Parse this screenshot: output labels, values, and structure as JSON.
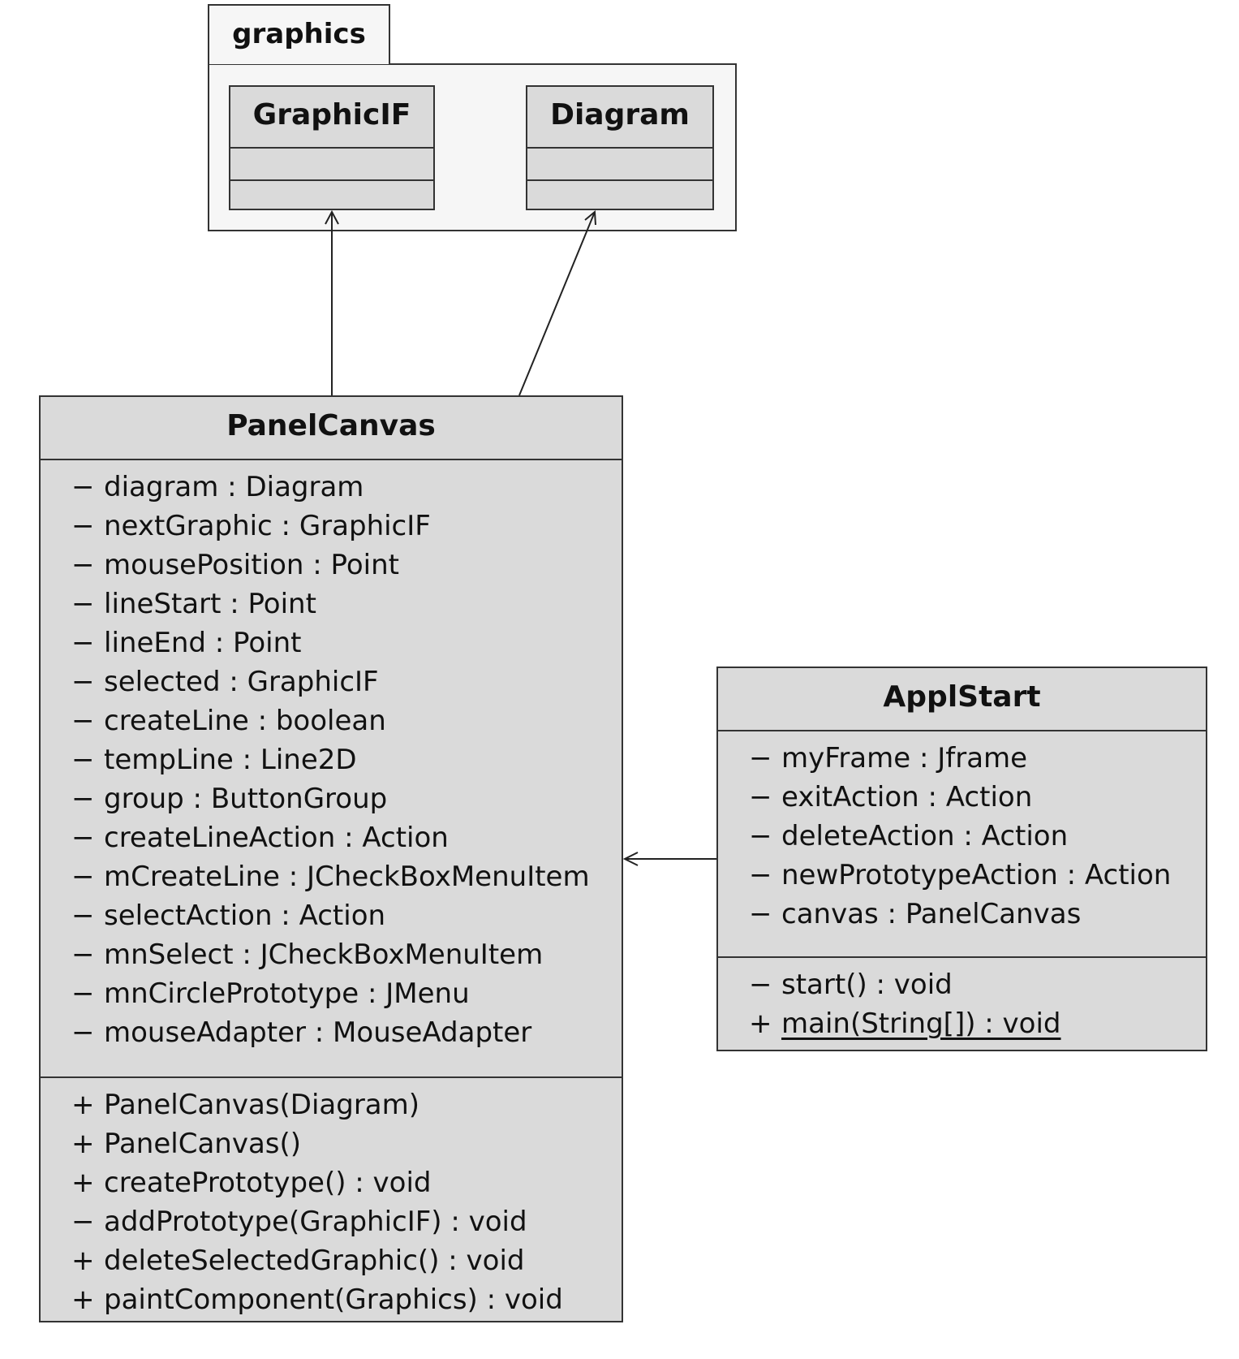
{
  "package": {
    "name": "graphics"
  },
  "classes": {
    "graphicif": {
      "name": "GraphicIF"
    },
    "diagram": {
      "name": "Diagram"
    },
    "panelcanvas": {
      "name": "PanelCanvas",
      "attributes": [
        {
          "vis": "−",
          "text": "diagram : Diagram"
        },
        {
          "vis": "−",
          "text": "nextGraphic : GraphicIF"
        },
        {
          "vis": "−",
          "text": "mousePosition : Point"
        },
        {
          "vis": "−",
          "text": "lineStart : Point"
        },
        {
          "vis": "−",
          "text": "lineEnd : Point"
        },
        {
          "vis": "−",
          "text": "selected : GraphicIF"
        },
        {
          "vis": "−",
          "text": "createLine : boolean"
        },
        {
          "vis": "−",
          "text": "tempLine : Line2D"
        },
        {
          "vis": "−",
          "text": "group : ButtonGroup"
        },
        {
          "vis": "−",
          "text": "createLineAction : Action"
        },
        {
          "vis": "−",
          "text": "mCreateLine : JCheckBoxMenuItem"
        },
        {
          "vis": "−",
          "text": "selectAction : Action"
        },
        {
          "vis": "−",
          "text": "mnSelect : JCheckBoxMenuItem"
        },
        {
          "vis": "−",
          "text": "mnCirclePrototype : JMenu"
        },
        {
          "vis": "−",
          "text": "mouseAdapter : MouseAdapter"
        }
      ],
      "operations": [
        {
          "vis": "+",
          "text": "PanelCanvas(Diagram)"
        },
        {
          "vis": "+",
          "text": "PanelCanvas()"
        },
        {
          "vis": "+",
          "text": "createPrototype() : void"
        },
        {
          "vis": "−",
          "text": "addPrototype(GraphicIF) : void"
        },
        {
          "vis": "+",
          "text": "deleteSelectedGraphic() : void"
        },
        {
          "vis": "+",
          "text": "paintComponent(Graphics) : void"
        }
      ]
    },
    "applstart": {
      "name": "ApplStart",
      "attributes": [
        {
          "vis": "−",
          "text": "myFrame : Jframe"
        },
        {
          "vis": "−",
          "text": "exitAction : Action"
        },
        {
          "vis": "−",
          "text": "deleteAction : Action"
        },
        {
          "vis": "−",
          "text": "newPrototypeAction : Action"
        },
        {
          "vis": "−",
          "text": "canvas : PanelCanvas"
        }
      ],
      "operations": [
        {
          "vis": "−",
          "text": "start() : void",
          "static": false
        },
        {
          "vis": "+",
          "text": "main(String[]) : void",
          "static": true
        }
      ]
    }
  }
}
